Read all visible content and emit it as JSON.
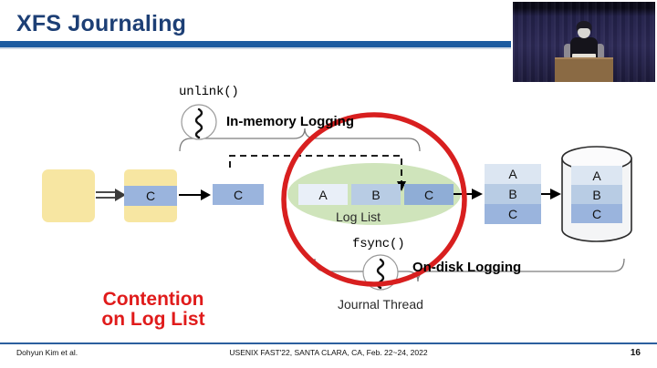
{
  "slide": {
    "title": "XFS Journaling",
    "accent_color": "#1b5aa0",
    "title_color": "#1d3f75",
    "highlight_color": "#e01b1b"
  },
  "video": {
    "label": "presenter-video-overlay",
    "scene": "speaker-at-podium"
  },
  "diagram": {
    "labels": {
      "unlink": "unlink()",
      "in_memory_logging": "In-memory Logging",
      "log_list": "Log List",
      "fsync": "fsync()",
      "on_disk_logging": "On-disk Logging",
      "journal_thread": "Journal Thread",
      "contention_line1": "Contention",
      "contention_line2": "on Log List"
    },
    "boxes": {
      "inode_plain": "",
      "inode_with_c": "C",
      "log_item": "C"
    },
    "log_list": [
      {
        "label": "A",
        "color": "#e9eff8"
      },
      {
        "label": "B",
        "color": "#b8cce4"
      },
      {
        "label": "C",
        "color": "#8fadd6"
      }
    ],
    "log_stack": [
      {
        "label": "A",
        "color": "#dce6f2"
      },
      {
        "label": "B",
        "color": "#b8cce4"
      },
      {
        "label": "C",
        "color": "#9ab4dd"
      }
    ],
    "disk_stack": [
      {
        "label": "A",
        "color": "#dce6f2"
      },
      {
        "label": "B",
        "color": "#b8cce4"
      },
      {
        "label": "C",
        "color": "#9ab4dd"
      }
    ],
    "colors": {
      "yellow": "#f7e6a2",
      "blue": "#9ab4dd",
      "green_ellipse": "#cfe4bb",
      "red_circle": "#d81f1f"
    }
  },
  "footer": {
    "authors": "Dohyun Kim et al.",
    "venue": "USENIX FAST'22, SANTA CLARA, CA, Feb. 22~24, 2022",
    "page": "16"
  }
}
